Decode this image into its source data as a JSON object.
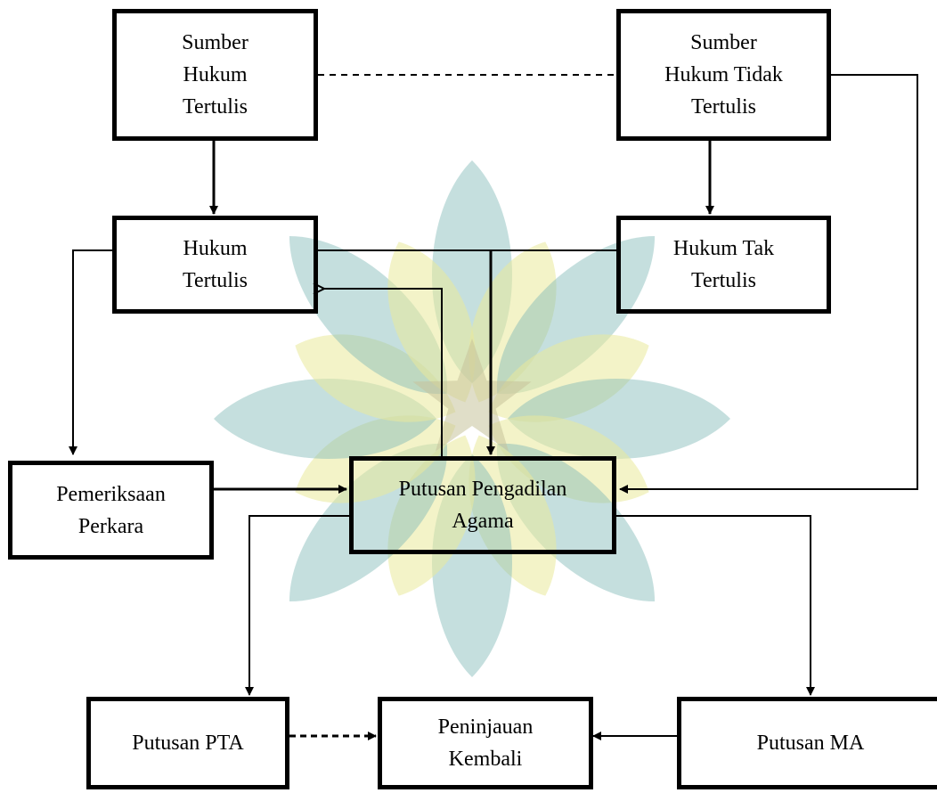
{
  "colors": {
    "stroke": "#000000",
    "background": "#ffffff",
    "watermark_teal": "#7fb8b6",
    "watermark_yellow": "#e9ea9a"
  },
  "watermark": {
    "icon": "star-flower-logo-watermark"
  },
  "nodes": {
    "sumber_hukum_tertulis": "Sumber\nHukum\nTertulis",
    "sumber_hukum_tidak_tertulis": "Sumber\nHukum Tidak\nTertulis",
    "hukum_tertulis": "Hukum\nTertulis",
    "hukum_tak_tertulis": "Hukum Tak\nTertulis",
    "pemeriksaan_perkara": "Pemeriksaan\nPerkara",
    "putusan_pengadilan_agama": "Putusan Pengadilan\nAgama",
    "putusan_pta": "Putusan PTA",
    "peninjauan_kembali": "Peninjauan\nKembali",
    "putusan_ma": "Putusan MA"
  },
  "edges": [
    {
      "from": "Sumber Hukum Tertulis",
      "to": "Sumber Hukum Tidak Tertulis",
      "style": "dashed"
    },
    {
      "from": "Sumber Hukum Tertulis",
      "to": "Hukum Tertulis",
      "style": "solid"
    },
    {
      "from": "Sumber Hukum Tidak Tertulis",
      "to": "Hukum Tak Tertulis",
      "style": "solid"
    },
    {
      "from": "Sumber Hukum Tidak Tertulis",
      "to": "Putusan Pengadilan Agama",
      "style": "solid"
    },
    {
      "from": "Hukum Tertulis",
      "to": "Pemeriksaan Perkara",
      "style": "solid"
    },
    {
      "from": "Hukum Tak Tertulis",
      "to": "Putusan Pengadilan Agama",
      "style": "solid"
    },
    {
      "from": "Putusan Pengadilan Agama",
      "to": "Hukum Tertulis",
      "style": "solid"
    },
    {
      "from": "Pemeriksaan Perkara",
      "to": "Putusan Pengadilan Agama",
      "style": "solid"
    },
    {
      "from": "Putusan Pengadilan Agama",
      "to": "Putusan PTA",
      "style": "solid"
    },
    {
      "from": "Putusan Pengadilan Agama",
      "to": "Putusan MA",
      "style": "solid"
    },
    {
      "from": "Putusan PTA",
      "to": "Peninjauan Kembali",
      "style": "dashed"
    },
    {
      "from": "Putusan MA",
      "to": "Peninjauan Kembali",
      "style": "solid"
    }
  ]
}
